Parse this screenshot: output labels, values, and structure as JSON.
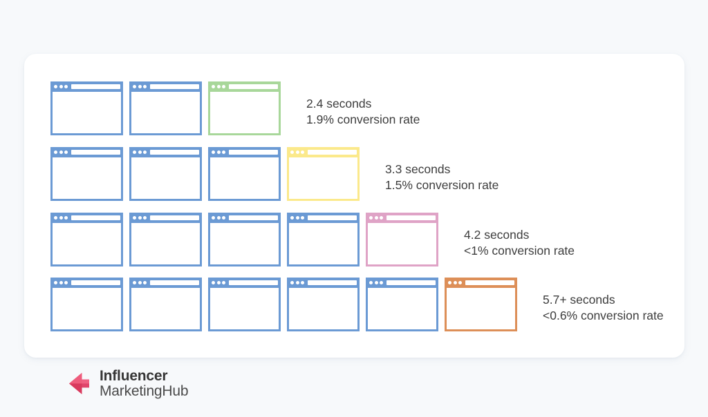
{
  "background_color": "#f7f9fb",
  "card": {
    "background_color": "#ffffff"
  },
  "colors": {
    "blue": "#6b9ad4",
    "green": "#a8d79a",
    "yellow": "#fbe98b",
    "pink": "#dfa3c6",
    "orange": "#dd8f58",
    "text": "#3d3d3d",
    "logo_mark": "#e8486b"
  },
  "chart_data": {
    "type": "bar",
    "title": "",
    "xlabel": "",
    "ylabel": "",
    "categories": [
      "2.4 seconds",
      "3.3 seconds",
      "4.2 seconds",
      "5.7+ seconds"
    ],
    "values": [
      3,
      4,
      5,
      6
    ],
    "unit": "page load windows",
    "series": [
      {
        "name": "load_time_seconds",
        "values": [
          2.4,
          3.3,
          4.2,
          5.7
        ]
      },
      {
        "name": "conversion_rate_percent",
        "values": [
          1.9,
          1.5,
          1.0,
          0.6
        ]
      }
    ],
    "legend": [
      "2.4 seconds / 1.9% conversion rate",
      "3.3 seconds / 1.5% conversion rate",
      "4.2 seconds / <1% conversion rate",
      "5.7+ seconds / <0.6% conversion rate"
    ],
    "grid": false,
    "legend_position": "right"
  },
  "rows": [
    {
      "id": "row-1",
      "window_count": 3,
      "highlight_color_name": "green",
      "highlight_color": "#a8d79a",
      "line_1": "2.4 seconds",
      "line_2": "1.9% conversion rate"
    },
    {
      "id": "row-2",
      "window_count": 4,
      "highlight_color_name": "yellow",
      "highlight_color": "#fbe98b",
      "line_1": "3.3 seconds",
      "line_2": "1.5% conversion rate"
    },
    {
      "id": "row-3",
      "window_count": 5,
      "highlight_color_name": "pink",
      "highlight_color": "#dfa3c6",
      "line_1": "4.2 seconds",
      "line_2": "<1% conversion rate"
    },
    {
      "id": "row-4",
      "window_count": 6,
      "highlight_color_name": "orange",
      "highlight_color": "#dd8f58",
      "line_1": "5.7+ seconds",
      "line_2": "<0.6% conversion rate"
    }
  ],
  "logo": {
    "mark_name": "influencer-marketing-hub-arrow-mark",
    "line_1": "Influencer",
    "line_2": "MarketingHub"
  }
}
